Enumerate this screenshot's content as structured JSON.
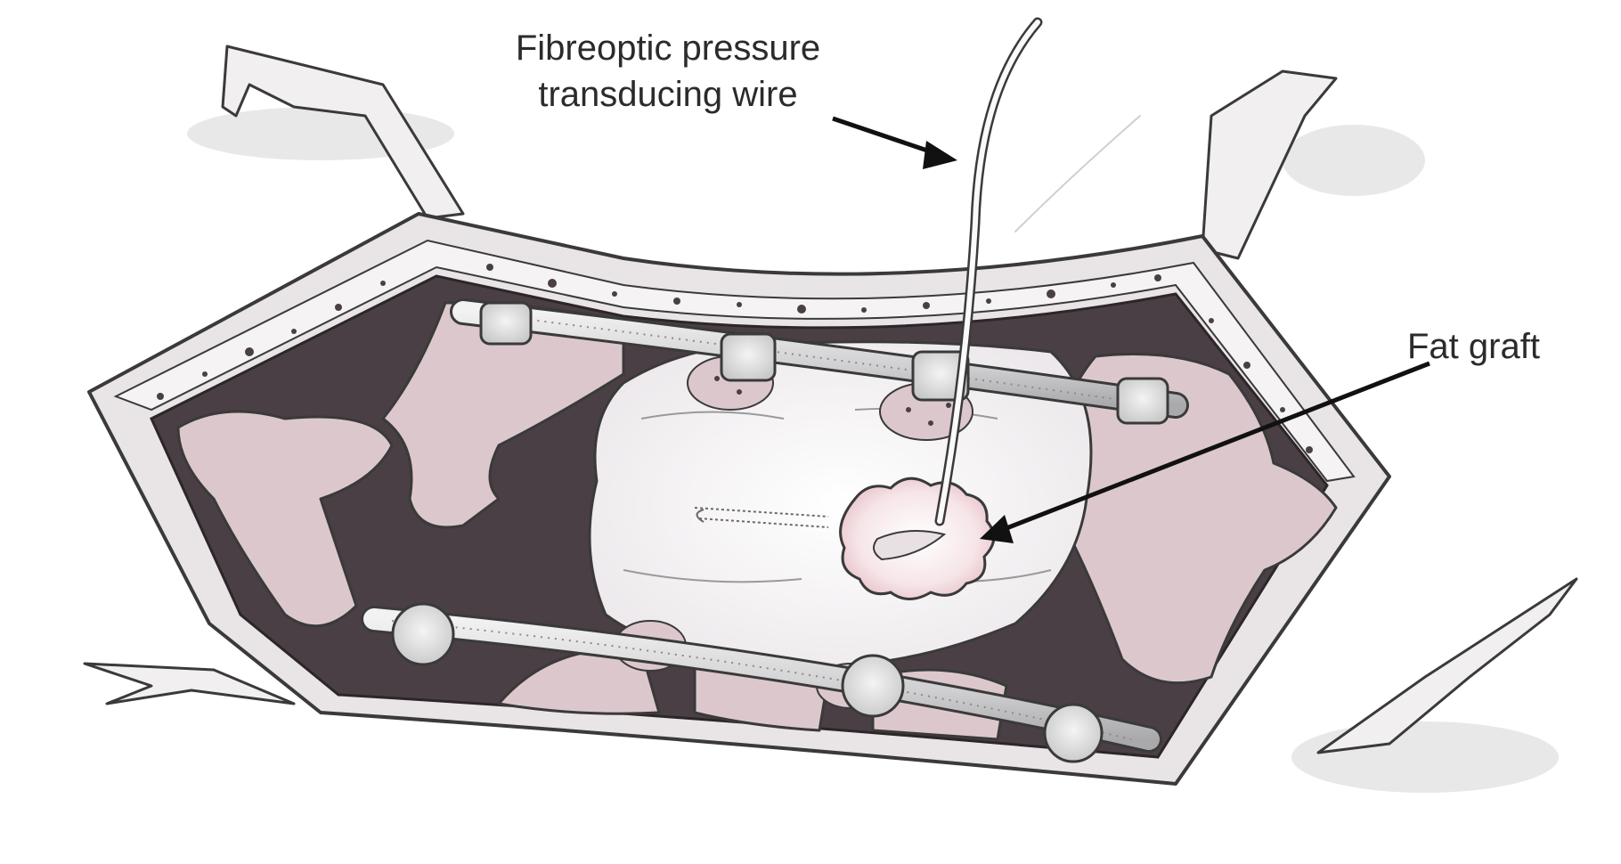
{
  "labels": {
    "wire_line1": "Fibreoptic pressure",
    "wire_line2": "transducing wire",
    "fat_graft": "Fat graft"
  },
  "colors": {
    "background": "#ffffff",
    "outline": "#3a3a3a",
    "flesh": "#dcc8cc",
    "flesh_dark": "#c9b0b6",
    "cavity": "#4a3f44",
    "skin_edge": "#e9e4e6",
    "dura": "#f4f2f4",
    "rod": "#d6d6d8",
    "fat": "#f2dfe2",
    "arrow": "#111111",
    "text": "#2b2b2b"
  }
}
